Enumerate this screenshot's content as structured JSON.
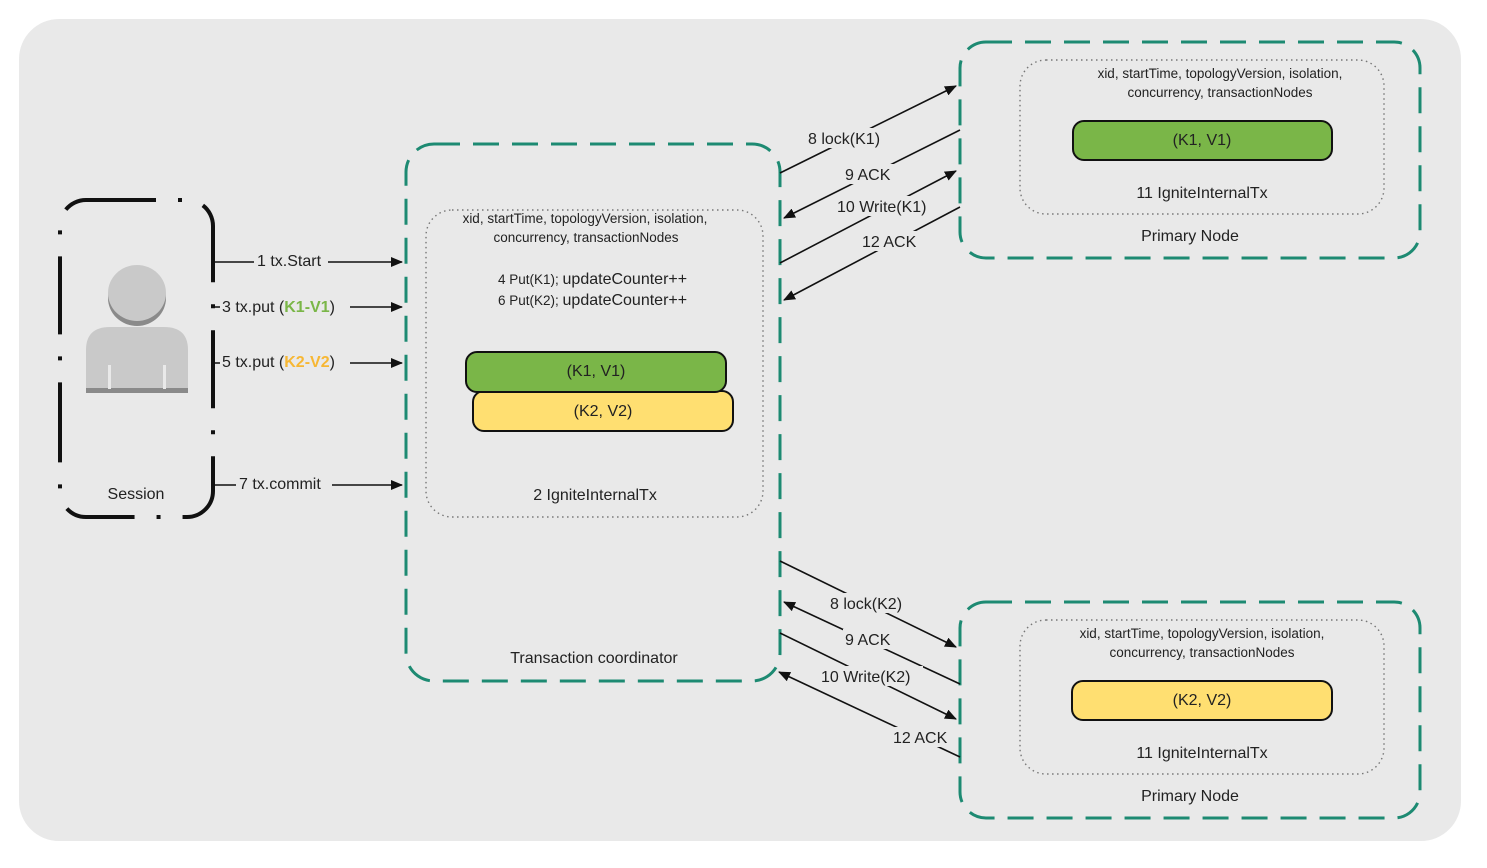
{
  "colors": {
    "background": "#e9e9e9",
    "dashed_border": "#1d8a72",
    "green": "#7ab648",
    "yellow": "#ffdf71",
    "green_text": "#7ab648",
    "yellow_text": "#f7b733"
  },
  "session": {
    "label": "Session",
    "icon": "user-icon"
  },
  "client_calls": {
    "start": "1 tx.Start",
    "put1_prefix": "3 tx.put (",
    "put1_key": "K1-V1",
    "put1_suffix": ")",
    "put2_prefix": "5 tx.put (",
    "put2_key": "K2-V2",
    "put2_suffix": ")",
    "commit": "7 tx.commit"
  },
  "coordinator": {
    "title": "Transaction coordinator",
    "tx": {
      "meta_line1": "xid, startTime, topologyVersion, isolation,",
      "meta_line2": "concurrency, transactionNodes",
      "op1_prefix": "4 Put(K1); ",
      "op1_suffix": "updateCounter++",
      "op2_prefix": "6 Put(K2); ",
      "op2_suffix": "updateCounter++",
      "entry1": "(K1, V1)",
      "entry2": "(K2, V2)",
      "label": "2 IgniteInternalTx"
    }
  },
  "primary_top": {
    "title": "Primary Node",
    "meta_line1": "xid, startTime, topologyVersion, isolation,",
    "meta_line2": "concurrency, transactionNodes",
    "entry": "(K1, V1)",
    "label": "11 IgniteInternalTx"
  },
  "primary_bottom": {
    "title": "Primary Node",
    "meta_line1": "xid, startTime, topologyVersion, isolation,",
    "meta_line2": "concurrency, transactionNodes",
    "entry": "(K2, V2)",
    "label": "11 IgniteInternalTx"
  },
  "messages_top": {
    "lock": "8 lock(K1)",
    "ack1": "9 ACK",
    "write": "10 Write(K1)",
    "ack2": "12 ACK"
  },
  "messages_bottom": {
    "lock": "8 lock(K2)",
    "ack1": "9 ACK",
    "write": "10 Write(K2)",
    "ack2": "12 ACK"
  }
}
